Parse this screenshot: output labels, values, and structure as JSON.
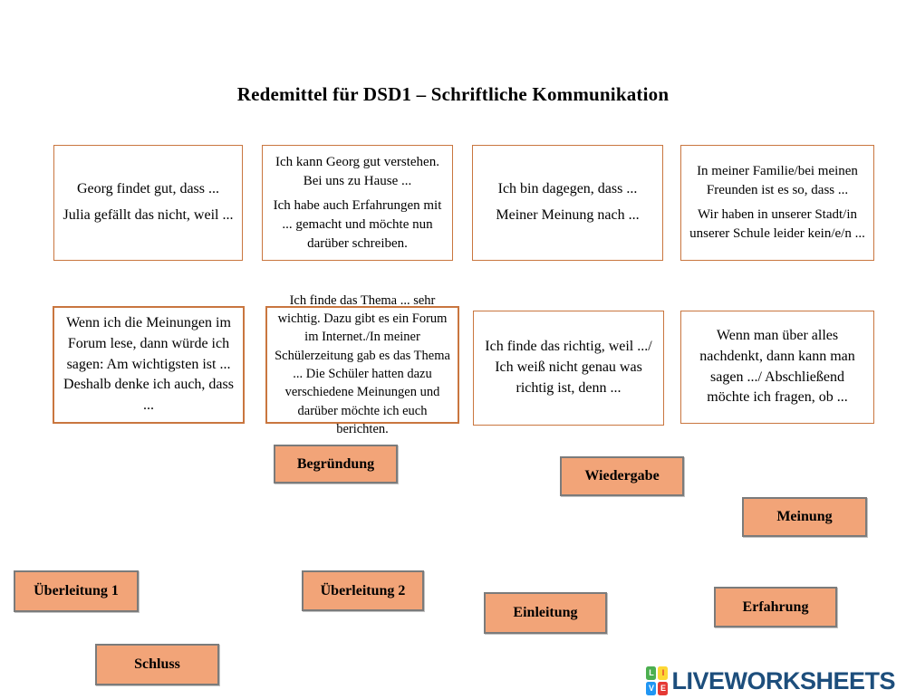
{
  "title": "Redemittel für DSD1 – Schriftliche Kommunikation",
  "cards": [
    {
      "lines": [
        "Georg findet gut, dass ...",
        "Julia gefällt das nicht, weil ..."
      ]
    },
    {
      "lines": [
        "Ich kann Georg gut verstehen. Bei uns zu Hause ...",
        "Ich habe auch Erfahrungen mit ... gemacht und möchte nun darüber schreiben."
      ]
    },
    {
      "lines": [
        "Ich bin dagegen, dass ...",
        "Meiner Meinung nach ..."
      ]
    },
    {
      "lines": [
        "In meiner Familie/bei meinen Freunden ist es so, dass ...",
        "Wir haben in unserer Stadt/in unserer Schule leider kein/e/n ..."
      ]
    },
    {
      "lines": [
        "Wenn ich die Meinungen im Forum lese, dann würde ich sagen: Am wichtigsten ist ... Deshalb denke ich auch, dass ..."
      ]
    },
    {
      "lines": [
        "Ich finde das Thema ... sehr wichtig. Dazu gibt es ein Forum im Internet./In meiner Schülerzeitung gab es das Thema ... Die Schüler hatten dazu verschiedene Meinungen und darüber möchte ich euch berichten."
      ]
    },
    {
      "lines": [
        "Ich finde das richtig, weil .../ Ich weiß nicht genau was richtig ist, denn ..."
      ]
    },
    {
      "lines": [
        "Wenn man über alles nachdenkt, dann kann man sagen .../ Abschließend möchte ich fragen, ob ..."
      ]
    }
  ],
  "labels": [
    {
      "text": "Begründung"
    },
    {
      "text": "Wiedergabe"
    },
    {
      "text": "Meinung"
    },
    {
      "text": "Überleitung 1"
    },
    {
      "text": "Überleitung 2"
    },
    {
      "text": "Einleitung"
    },
    {
      "text": "Erfahrung"
    },
    {
      "text": "Schluss"
    }
  ],
  "logo": {
    "text": "LIVEWORKSHEETS",
    "tiles": [
      {
        "letter": "L"
      },
      {
        "letter": "I"
      },
      {
        "letter": "V"
      },
      {
        "letter": "E"
      }
    ]
  },
  "colors": {
    "card_border": "#c9763f",
    "label_fill": "#f2a478",
    "label_border": "#7b7b7b",
    "logo_navy": "#1d4e7c",
    "logo_green": "#4caf50",
    "logo_yellow": "#fdd835",
    "logo_blue": "#2196f3",
    "logo_red": "#e53935"
  }
}
